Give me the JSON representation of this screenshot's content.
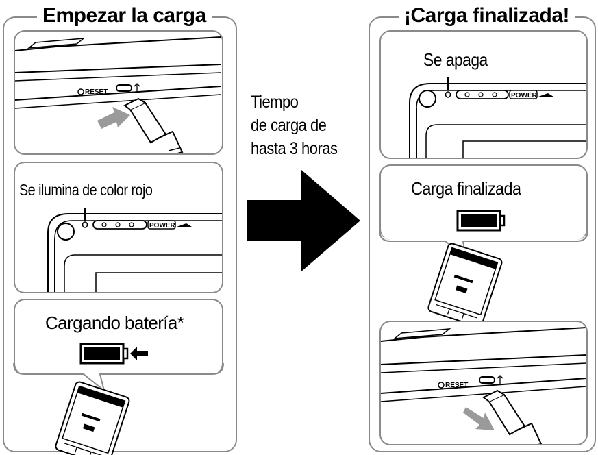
{
  "left_group": {
    "title": "Empezar la carga",
    "panel1": {
      "reset_label": "RESET"
    },
    "panel2": {
      "caption": "Se ilumina de color rojo",
      "power_label": "POWER"
    },
    "panel3": {
      "caption": "Cargando batería*"
    }
  },
  "middle": {
    "line1": "Tiempo",
    "line2": "de carga de",
    "line3": "hasta 3 horas"
  },
  "right_group": {
    "title": "¡Carga finalizada!",
    "panel1": {
      "caption": "Se apaga",
      "power_label": "POWER"
    },
    "panel2": {
      "caption": "Carga finalizada"
    },
    "panel3": {
      "reset_label": "RESET"
    }
  },
  "colors": {
    "frame": "#8a8a8a",
    "arrow": "#000000",
    "motion_arrow": "#9a9a9a"
  },
  "icons": [
    "usb-plug-icon",
    "battery-icon",
    "arrow-left-icon",
    "charging-led-icon",
    "big-right-arrow-icon"
  ]
}
